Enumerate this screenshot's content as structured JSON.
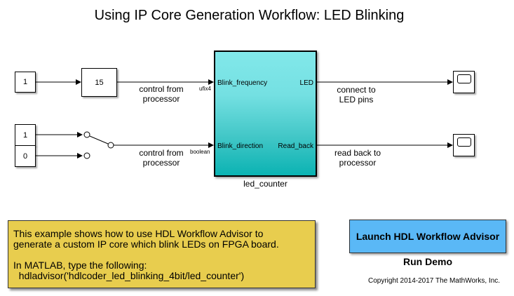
{
  "title": "Using IP Core Generation Workflow: LED Blinking",
  "blocks": {
    "const_freq": {
      "value": "1"
    },
    "gain": {
      "value": "15"
    },
    "const_dir_1": {
      "value": "1"
    },
    "const_dir_0": {
      "value": "0"
    },
    "subsystem": {
      "name": "led_counter",
      "inputs": [
        "Blink_frequency",
        "Blink_direction"
      ],
      "outputs": [
        "LED",
        "Read_back"
      ]
    }
  },
  "signals": {
    "freq_label": "control from\nprocessor",
    "freq_dtype": "ufix4",
    "dir_label": "control from\nprocessor",
    "dir_dtype": "boolean",
    "led_label": "connect to\nLED pins",
    "readback_label": "read back to\nprocessor"
  },
  "note": {
    "line1": "This example shows how to use HDL Workflow Advisor to",
    "line2": "generate a custom IP core which blink LEDs on FPGA board.",
    "line3": "In MATLAB, type the following:",
    "line4": "  hdladvisor('hdlcoder_led_blinking_4bit/led_counter')"
  },
  "launch_button": "Launch HDL Workflow Advisor",
  "run_demo": "Run Demo",
  "copyright": "Copyright 2014-2017 The MathWorks, Inc.",
  "colors": {
    "subsystem_top": "#82e8ea",
    "subsystem_bottom": "#0bb3b3",
    "note_bg": "#e8cd4e",
    "launch_bg": "#5ab8f6"
  }
}
